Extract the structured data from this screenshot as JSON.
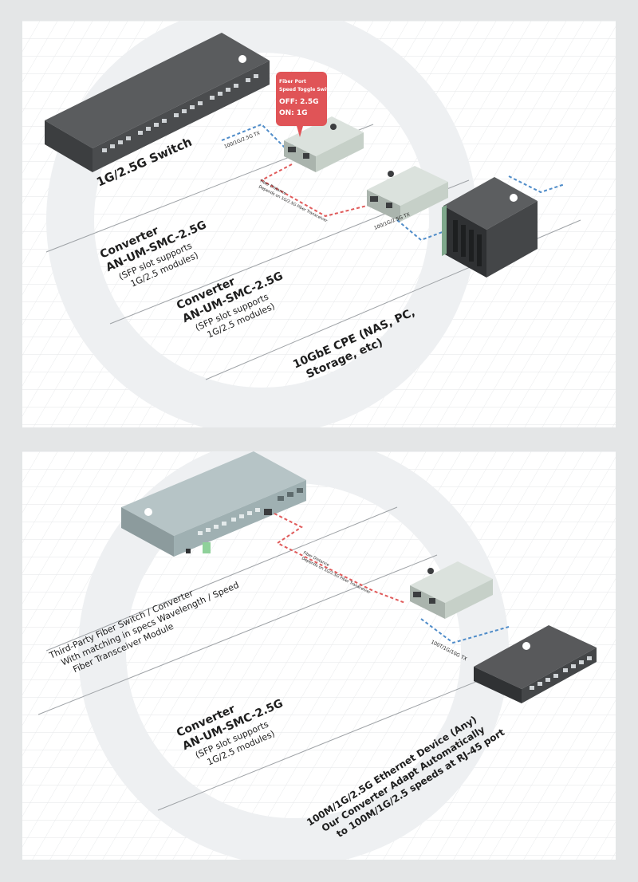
{
  "top_diagram": {
    "switch_label": "1G/2.5G Switch",
    "callout": {
      "line1": "Fiber Port",
      "line2": "Speed Toggle Switch",
      "line3": "OFF: 2.5G",
      "line4": "ON: 1G"
    },
    "link_switch_converter": "100/1G/2.5G TX",
    "link_fiber": {
      "line1": "Fiber Distance",
      "line2": "Depends on 1G/2.5G Fiber Transceiver"
    },
    "link_converter_cpe": "100/1G/2.5G TX",
    "converter_left": {
      "name": "Converter",
      "model": "AN-UM-SMC-2.5G",
      "note1": "(SFP slot supports",
      "note2": "1G/2.5 modules)"
    },
    "converter_right": {
      "name": "Converter",
      "model": "AN-UM-SMC-2.5G",
      "note1": "(SFP slot supports",
      "note2": "1G/2.5 modules)"
    },
    "cpe": {
      "line1": "10GbE CPE (NAS, PC,",
      "line2": "Storage, etc)"
    }
  },
  "bottom_diagram": {
    "third_party": {
      "line1": "Third-Party Fiber Switch / Converter",
      "line2": "With matching in specs Wavelength / Speed",
      "line3": "Fiber Transceiver Module"
    },
    "link_fiber": {
      "line1": "Fiber Distance",
      "line2": "Depends on 1G/2.5G Fiber Transceiver"
    },
    "link_copper": "100T/1G/10G TX",
    "converter": {
      "name": "Converter",
      "model": "AN-UM-SMC-2.5G",
      "note1": "(SFP slot supports",
      "note2": "1G/2.5 modules)"
    },
    "device": {
      "line1": "100M/1G/2.5G Ethernet Device (Any)",
      "line2": "Our Converter Adapt Automatically",
      "line3": "to 100M/1G/2.5 speeds at RJ-45 port"
    }
  },
  "colors": {
    "fiber_link": "#e05a5a",
    "copper_link": "#4f8cc9",
    "callout": "#e05457",
    "converter_body": "#c6d0c8",
    "switch_body": "#4a4c4e",
    "fiber_switch_body": "#9fb0b2"
  }
}
